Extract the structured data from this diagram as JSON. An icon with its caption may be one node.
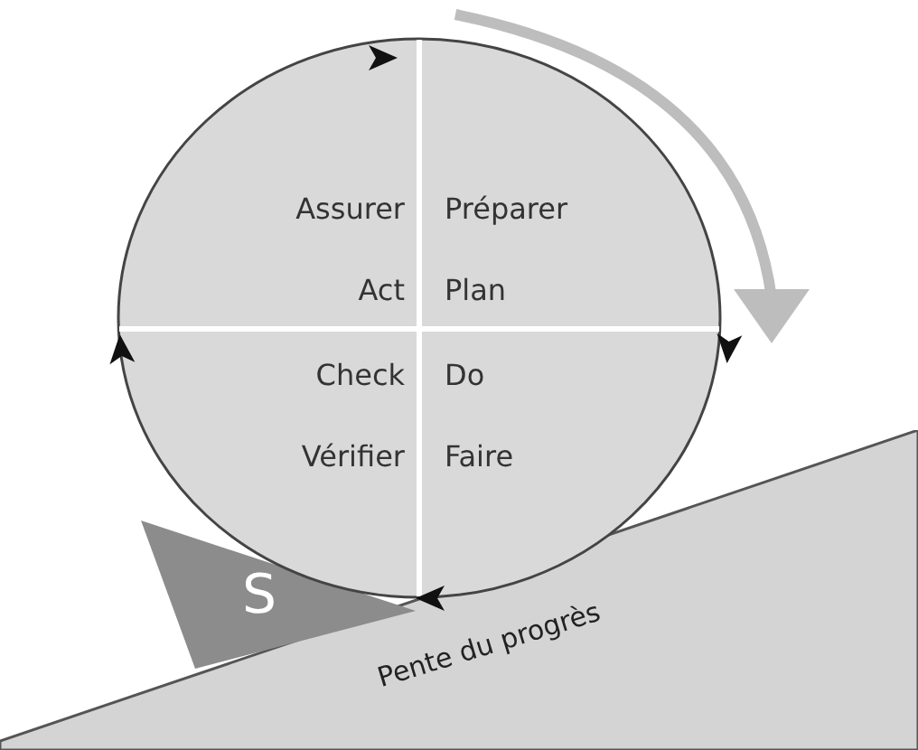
{
  "diagram": {
    "nodes": [
      {
        "text": [],
        "shape": "circle"
      },
      {
        "text": [
          "Assurer",
          "Act"
        ],
        "in": 0
      },
      {
        "text": [
          "Préparer",
          "Plan"
        ],
        "in": 0
      },
      {
        "text": [
          "Check",
          "Vérifier"
        ],
        "in": 0
      },
      {
        "text": [
          "Do",
          "Faire"
        ],
        "in": 0
      },
      {
        "text": [
          "S"
        ]
      },
      {
        "text": [
          "Pente du progrès"
        ]
      }
    ],
    "edges": []
  }
}
